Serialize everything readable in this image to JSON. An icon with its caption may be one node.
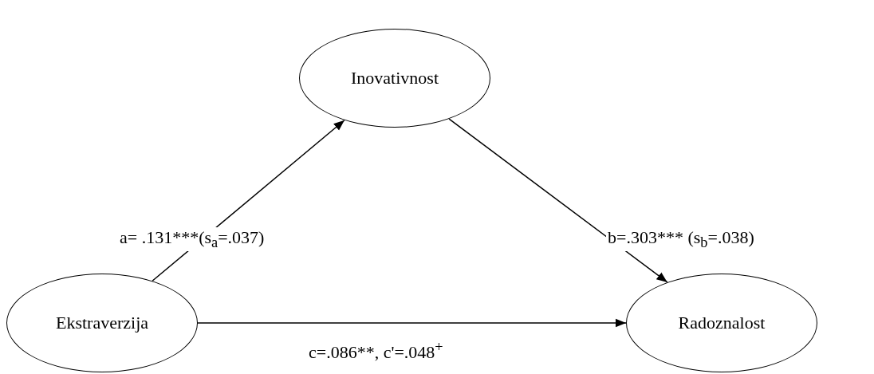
{
  "diagram": {
    "nodes": [
      {
        "text": [
          "Inovativnost"
        ]
      },
      {
        "text": [
          "Ekstraverzija"
        ]
      },
      {
        "text": [
          "Radoznalost"
        ]
      }
    ],
    "edges": [
      {
        "from": 1,
        "to": 0,
        "arrow": "to",
        "label": "a= .131***(s$_{a}$=.037)"
      },
      {
        "from": 0,
        "to": 2,
        "arrow": "to",
        "label": "b=.303*** (s$_{b}$=.038)"
      },
      {
        "from": 1,
        "to": 2,
        "arrow": "to",
        "label": "c=.086**, c'=.048$^{+}$"
      }
    ]
  }
}
